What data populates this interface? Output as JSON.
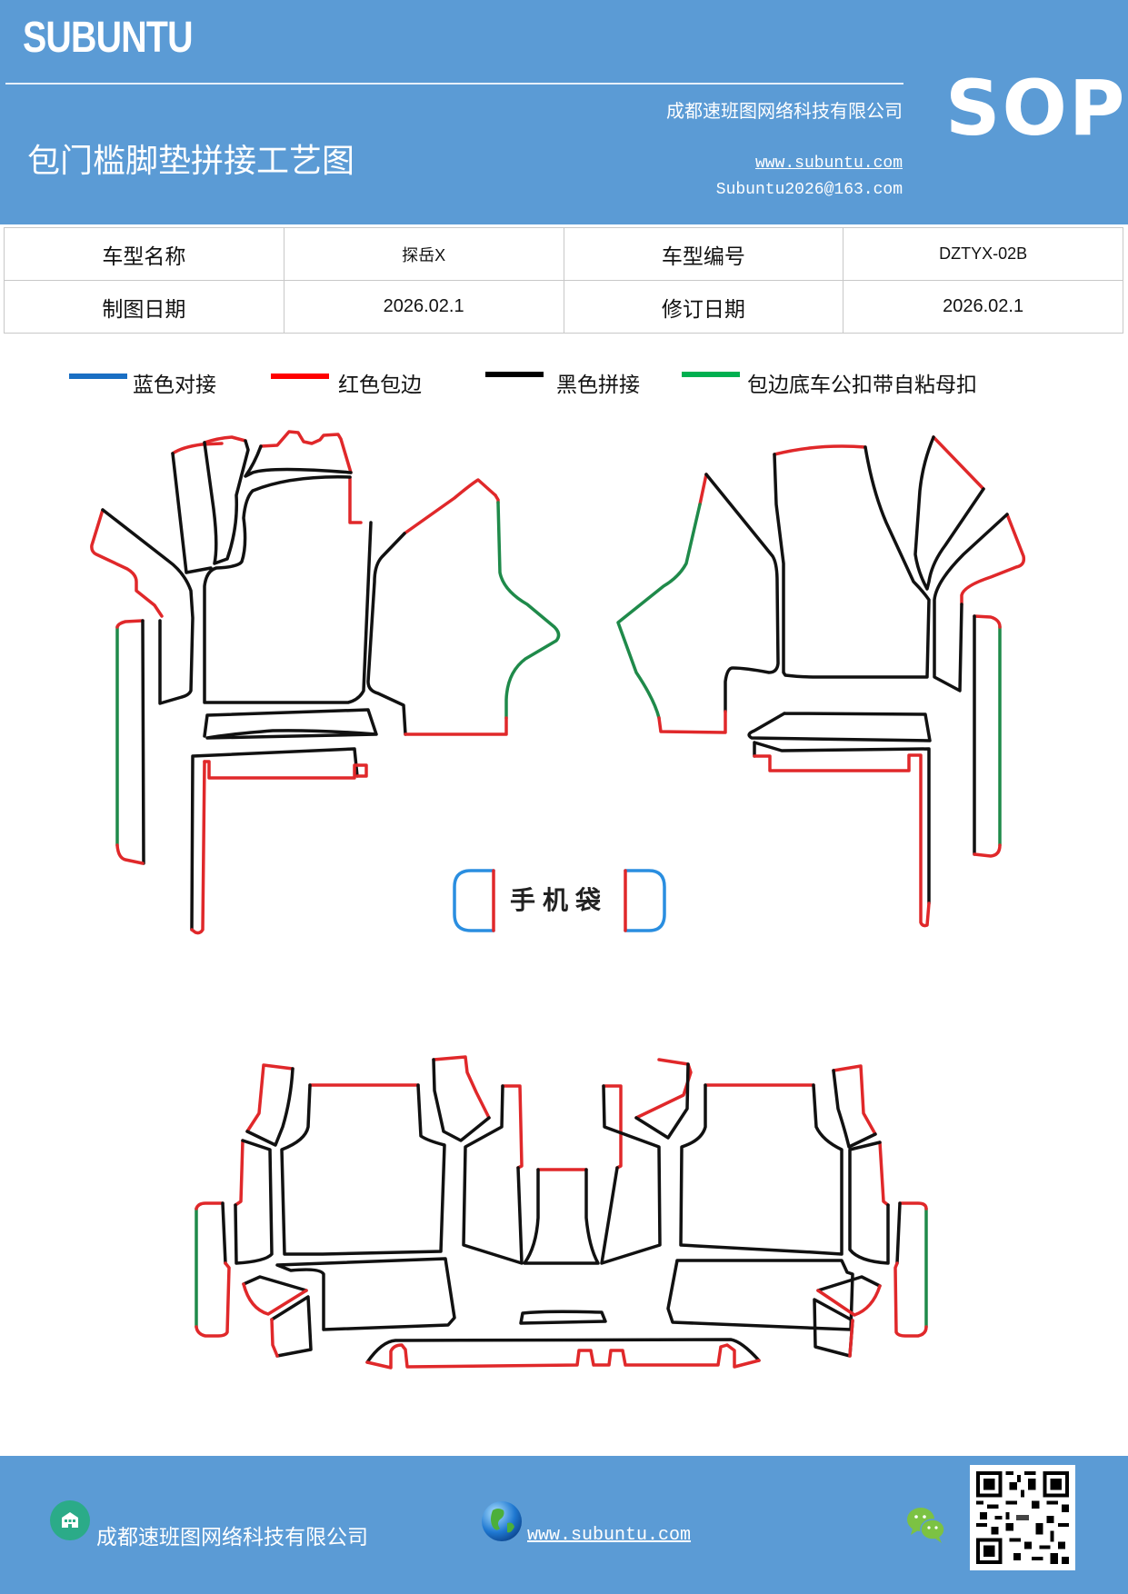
{
  "header": {
    "brand": "SUBUNTU",
    "title": "包门槛脚垫拼接工艺图",
    "company": "成都速班图网络科技有限公司",
    "website": "www.subuntu.com",
    "email": "Subuntu2026@163.com",
    "badge": "SOP",
    "background_color": "#5b9bd5"
  },
  "info_table": {
    "rows": [
      {
        "label1": "车型名称",
        "value1": "探岳X",
        "label2": "车型编号",
        "value2": "DZTYX-02B"
      },
      {
        "label1": "制图日期",
        "value1": "2026.02.1",
        "label2": "修订日期",
        "value2": "2026.02.1"
      }
    ]
  },
  "legend": [
    {
      "label": "蓝色对接",
      "color": "#1a6fc4"
    },
    {
      "label": "红色包边",
      "color": "#ff0000"
    },
    {
      "label": "黑色拼接",
      "color": "#000000"
    },
    {
      "label": "包边底车公扣带自粘母扣",
      "color": "#00b050"
    }
  ],
  "diagram": {
    "phone_pocket_label": "手机袋",
    "stroke_colors": {
      "black": "#111111",
      "red": "#e0282a",
      "green": "#1f8a4a",
      "blue": "#2a8ee0"
    }
  },
  "footer": {
    "company": "成都速班图网络科技有限公司",
    "website": "www.subuntu.com",
    "icons": [
      "building-icon",
      "globe-icon",
      "wechat-icon",
      "qr-code"
    ]
  }
}
